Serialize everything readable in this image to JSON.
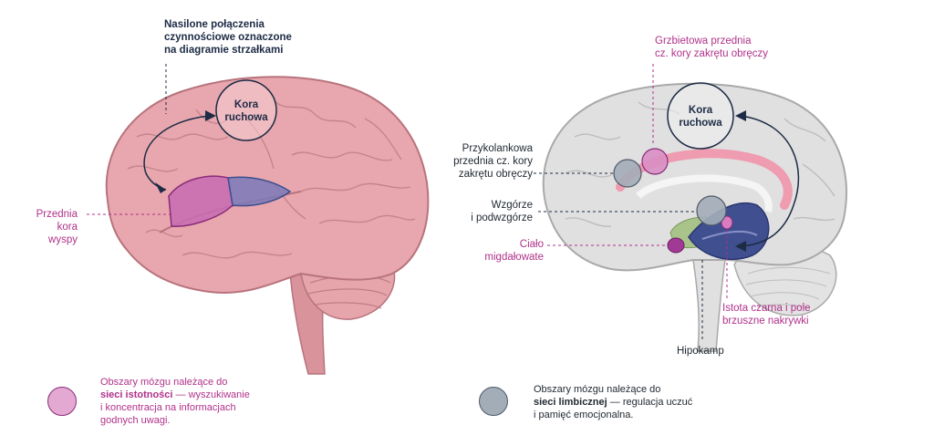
{
  "left": {
    "arrows_note": [
      "Nasilone połączenia",
      "czynnościowe oznaczone",
      "na diagramie strzałkami"
    ],
    "motor_cortex": [
      "Kora",
      "ruchowa"
    ],
    "insula": [
      "Przednia",
      "kora wyspy"
    ]
  },
  "right": {
    "dorsal_acc": [
      "Grzbietowa przednia",
      "cz. kory zakrętu obręczy"
    ],
    "motor_cortex": [
      "Kora",
      "ruchowa"
    ],
    "subgenual_acc": [
      "Przykolankowa",
      "przednia cz. kory",
      "zakrętu obręczy"
    ],
    "thalamus": [
      "Wzgórze",
      "i podwzgórze"
    ],
    "amygdala": [
      "Ciało",
      "migdałowate"
    ],
    "substantia_nigra": [
      "Istota czarna i pole",
      "brzuszne nakrywki"
    ],
    "hippocampus": "Hipokamp"
  },
  "legend": {
    "salience": {
      "line1": "Obszary mózgu należące do",
      "bold": "sieci istotności",
      "rest": " — wyszukiwanie",
      "line3": "i koncentracja na informacjach",
      "line4": "godnych uwagi."
    },
    "limbic": {
      "line1": "Obszary mózgu należące do",
      "bold": "sieci limbicznej",
      "rest": " — regulacja uczuć",
      "line3": "i pamięć emocjonalna."
    }
  },
  "colors": {
    "brain_pink": "#e8a7ae",
    "brain_gray": "#dcdcdc",
    "salience": "#d98ec3",
    "limbic": "#a3adb8",
    "navy": "#1d2b45",
    "magenta": "#b0318a",
    "limbic_blue": "#3f4f8f",
    "thalamus_green": "#a9c48a"
  }
}
